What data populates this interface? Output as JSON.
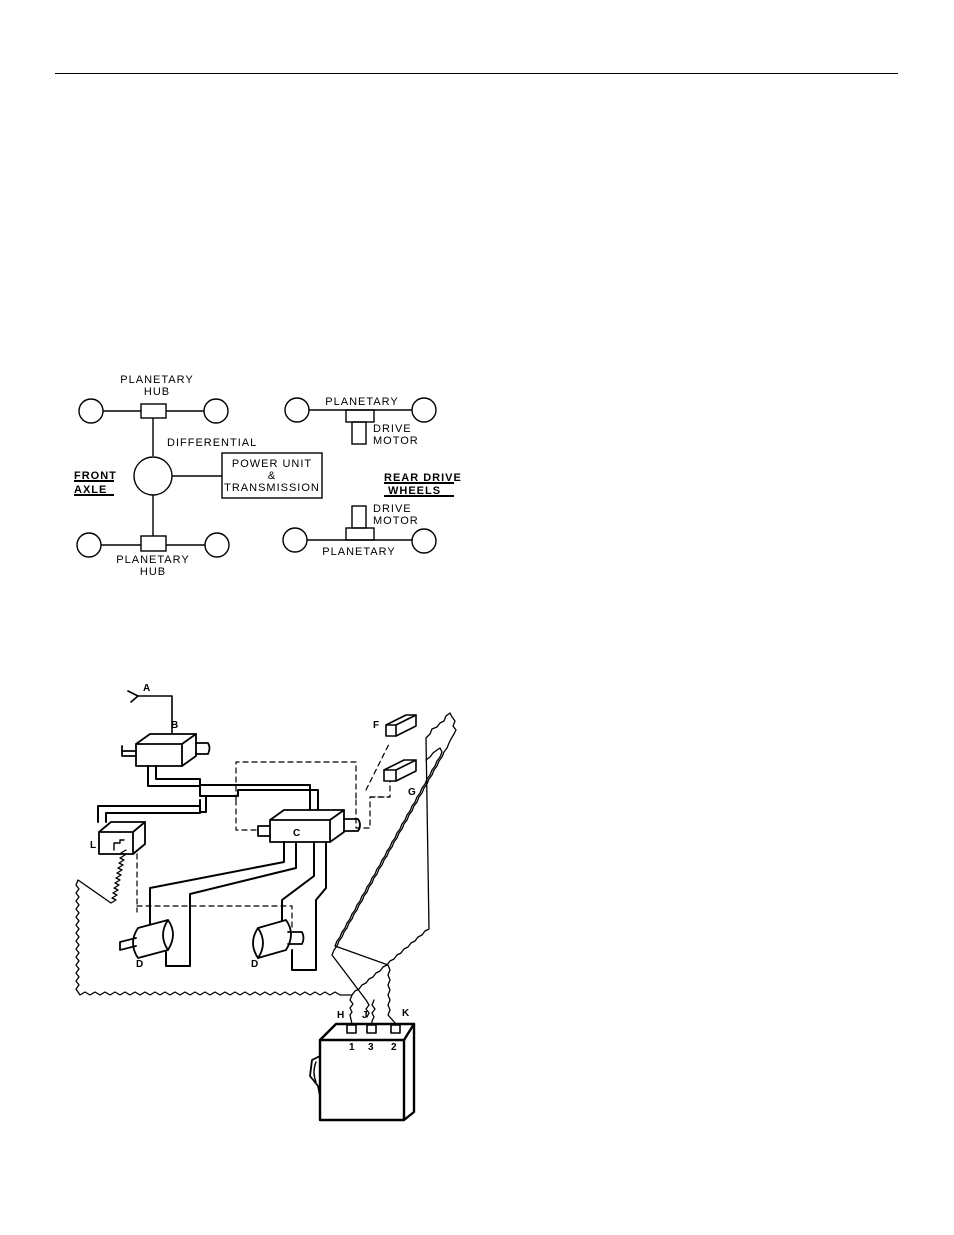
{
  "drivetrain": {
    "front_axle": "FRONT AXLE",
    "front_axle_l1": "FRONT",
    "front_axle_l2": "AXLE",
    "rear_drive_l1": "REAR DRIVE",
    "rear_drive_l2": "WHEELS",
    "planetary_hub_top_l1": "PLANETARY",
    "planetary_hub_top_l2": "HUB",
    "planetary_hub_bottom_l1": "PLANETARY",
    "planetary_hub_bottom_l2": "HUB",
    "differential": "DIFFERENTIAL",
    "power_unit_l1": "POWER UNIT",
    "power_unit_l2": "&",
    "power_unit_l3": "TRANSMISSION",
    "planetary_top_right": "PLANETARY",
    "planetary_bottom_right": "PLANETARY",
    "drive_motor_top_l1": "DRIVE",
    "drive_motor_top_l2": "MOTOR",
    "drive_motor_bottom_l1": "DRIVE",
    "drive_motor_bottom_l2": "MOTOR"
  },
  "hydraulic": {
    "A": "A",
    "B": "B",
    "C": "C",
    "D1": "D",
    "D2": "D",
    "F": "F",
    "G": "G",
    "L": "L",
    "H": "H",
    "J": "J",
    "K": "K",
    "t1": "1",
    "t3": "3",
    "t2": "2"
  }
}
